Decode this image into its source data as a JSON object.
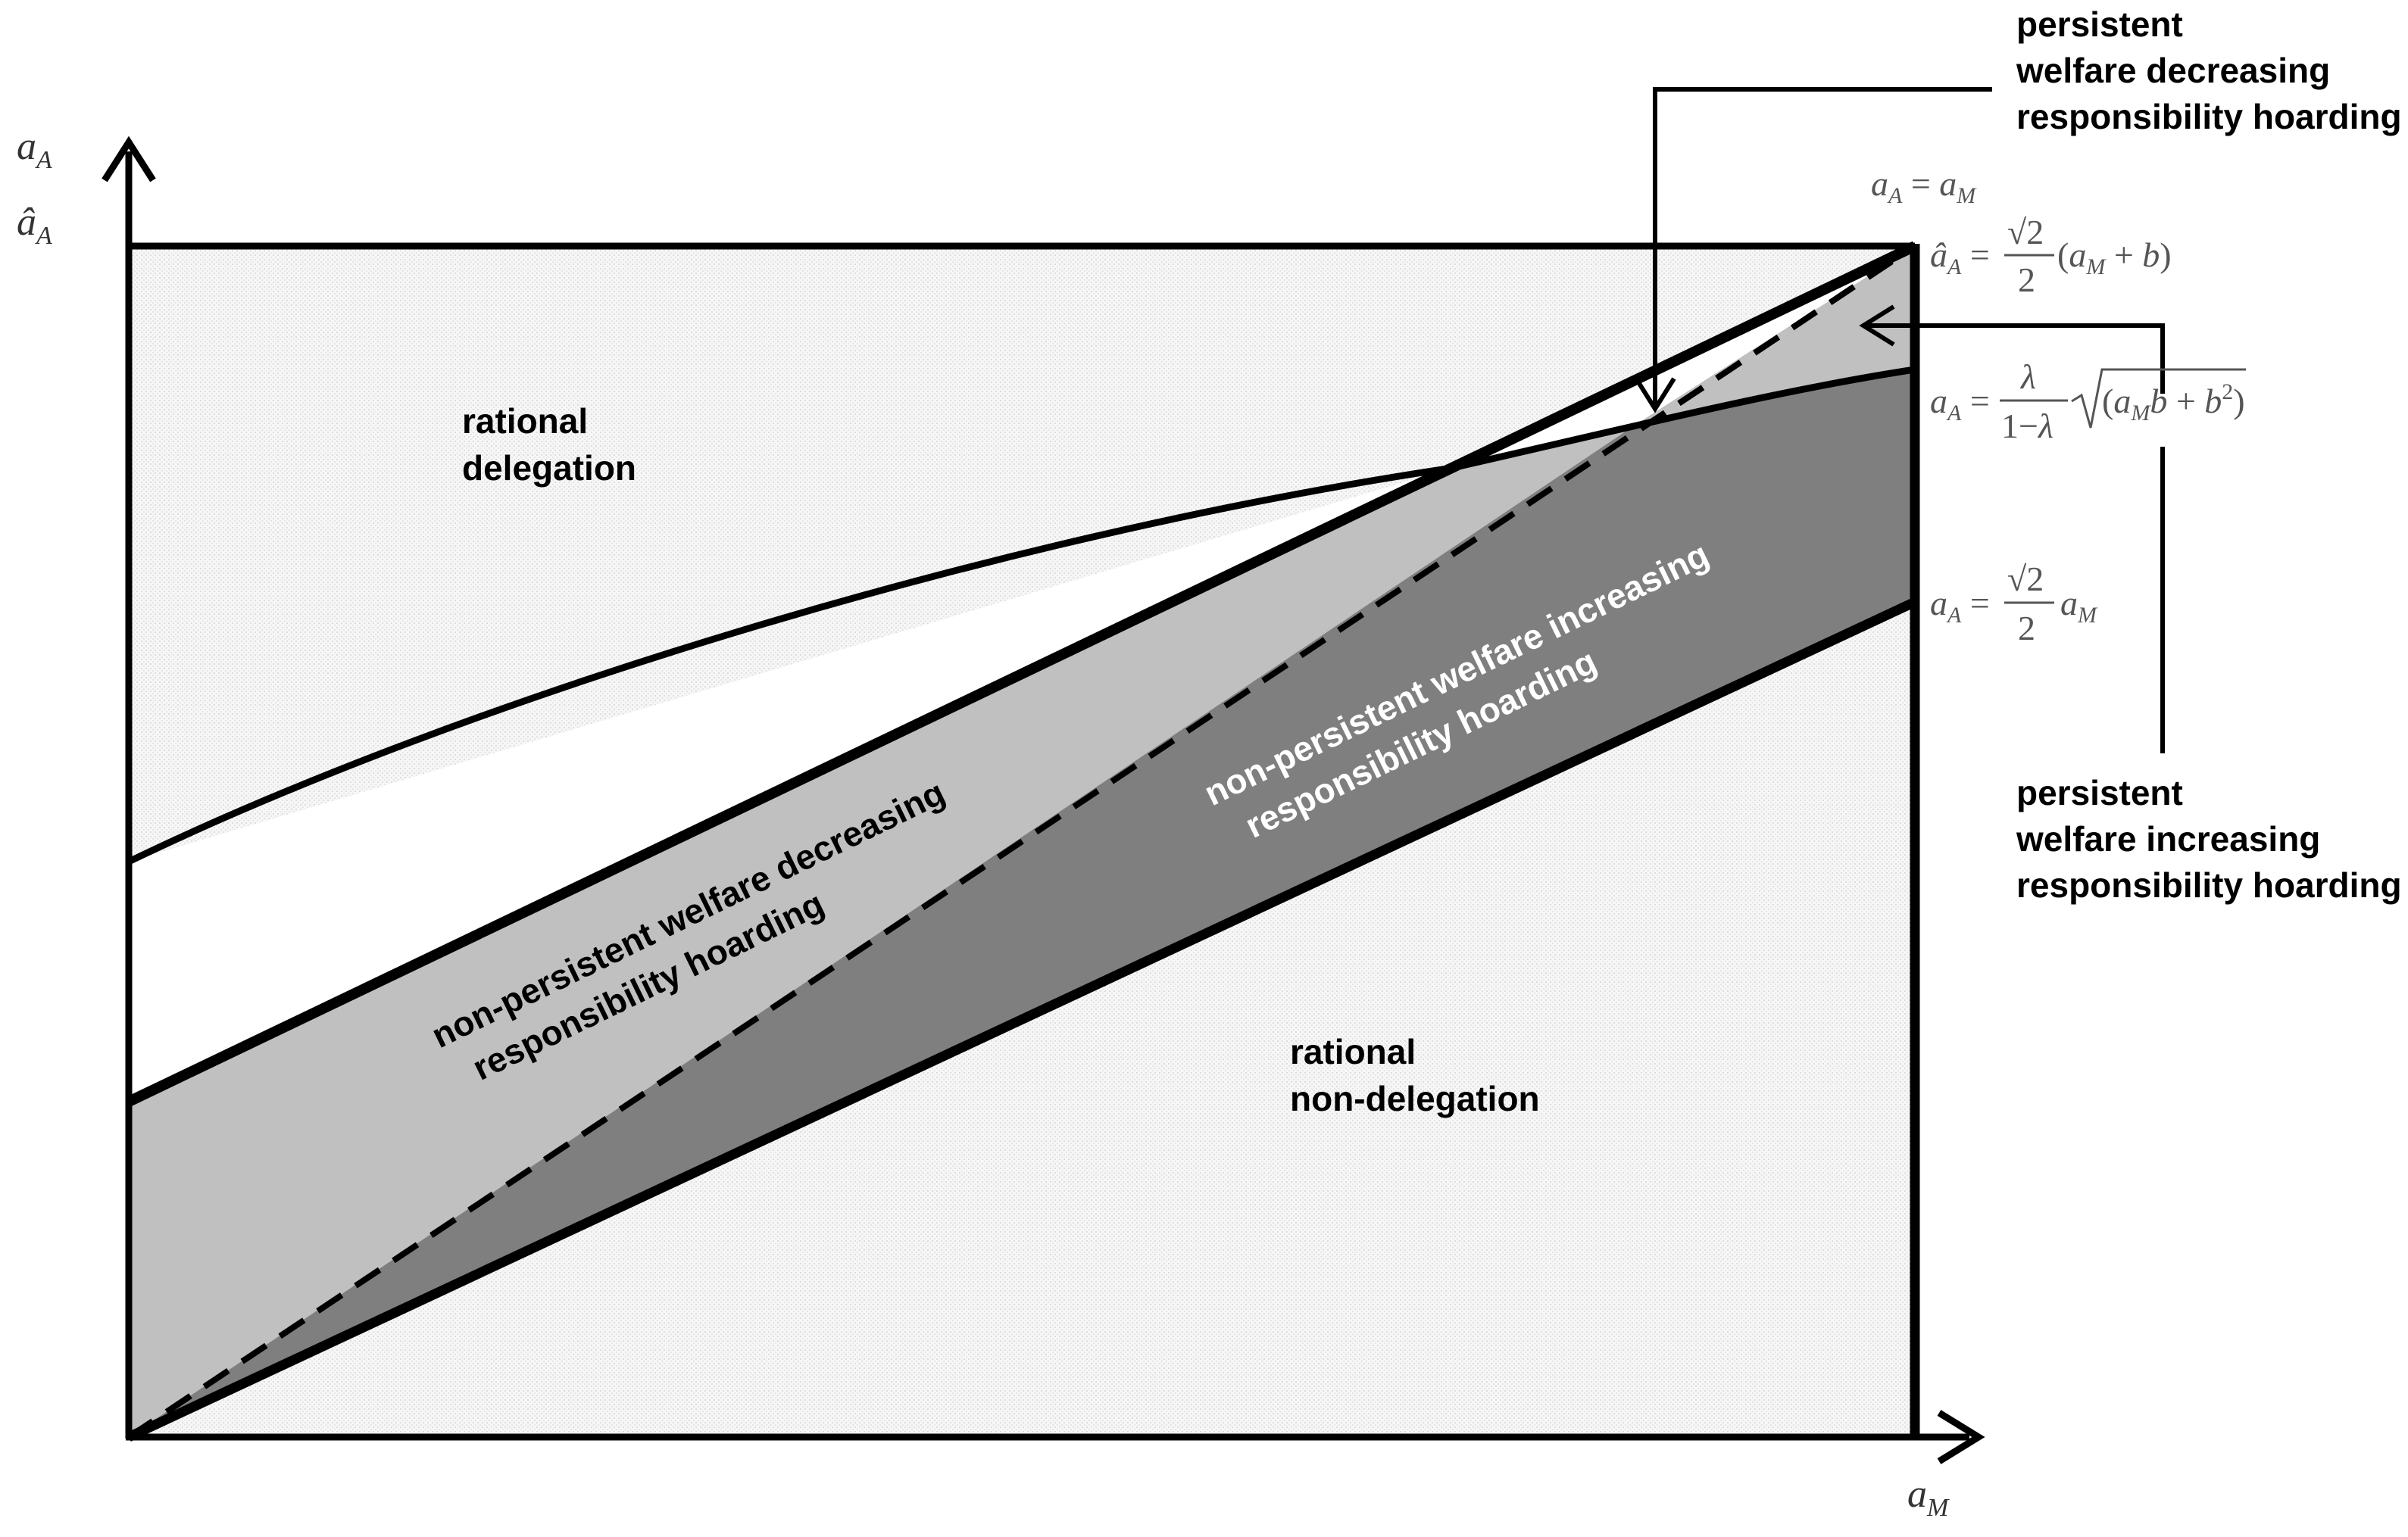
{
  "axes": {
    "y_label_1": "a",
    "y_label_1_sub": "A",
    "y_label_2": "â",
    "y_label_2_sub": "A",
    "x_label": "a",
    "x_label_sub": "M"
  },
  "regions": {
    "rational_delegation": [
      "rational",
      "delegation"
    ],
    "rational_non_delegation": [
      "rational",
      "non-delegation"
    ],
    "np_welfare_decreasing": [
      "non-persistent welfare decreasing",
      "responsibility hoarding"
    ],
    "np_welfare_increasing": [
      "non-persistent welfare increasing",
      "responsibility hoarding"
    ]
  },
  "callouts": {
    "persistent_decreasing": [
      "persistent",
      "welfare decreasing",
      "responsibility hoarding"
    ],
    "persistent_increasing": [
      "persistent",
      "welfare increasing",
      "responsibility hoarding"
    ]
  },
  "equations": {
    "eq1": "a_A = a_M",
    "eq2": "â_A = (√2/2)(a_M + b)",
    "eq3": "a_A = λ/(1−λ) √(a_M b + b²)",
    "eq4": "a_A = (√2/2) a_M"
  },
  "colors": {
    "dark_region": "#7f7f7f",
    "light_region": "#c0c0c0",
    "pale_region": "#f1f1f1",
    "line": "#000000"
  }
}
